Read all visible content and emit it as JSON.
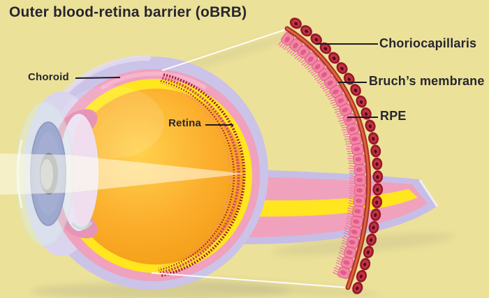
{
  "title": "Outer blood-retina barrier (oBRB)",
  "labels": {
    "choroid": "Choroid",
    "retina": "Retina",
    "choriocapillaris": "Choriocapillaris",
    "bruchs_membrane": "Bruch’s membrane",
    "rpe": "RPE"
  },
  "colors": {
    "background": "#ECE199",
    "label_text": "#26262E",
    "leader_line": "#1B1B24",
    "connector_line": "#FFFFFF",
    "sclera": "#CBC3E8",
    "sclera_highlight": "#E2DCF4",
    "choroid_pink": "#F0A1BD",
    "choroid_highlight": "#F6B6CE",
    "retina_yellow": "#FFE61E",
    "vitreous_center": "#FFD24F",
    "vitreous_mid": "#FBAE2C",
    "vitreous_edge": "#F29B13",
    "cornea": "#DCEFEA",
    "anterior_sclera": "#DAD4EE",
    "ciliary_pink": "#E795B6",
    "iris": "#6B70BA",
    "iris_shade": "#545A9F",
    "pupil": "#33343C",
    "pupil_lens": "#8E8E97",
    "lens": "#ECE4F4",
    "lens_tint": "#F3D8E8",
    "light_beam": "#FFFDF0",
    "ribbon_sclera": "#C7BEE7",
    "ribbon_pink": "#F0A2BD",
    "ribbon_yellow": "#FFE61E",
    "ribbon_rim": "#F4EEF9",
    "bruchs_dark": "#A83226",
    "bruchs_light": "#E0643C",
    "rpe_cell": "#F584A6",
    "rpe_cell_border": "#D95C84",
    "rpe_nucleus": "#DE5E86",
    "rpe_fringe": "#EE7FA2",
    "capillary_outline": "#97182A",
    "capillary_body": "#C23344",
    "capillary_lumen": "#520A16",
    "in_situ_dark": "#A51C2C",
    "in_situ_light": "#D14A62",
    "shadow": "#8A8A7A"
  }
}
